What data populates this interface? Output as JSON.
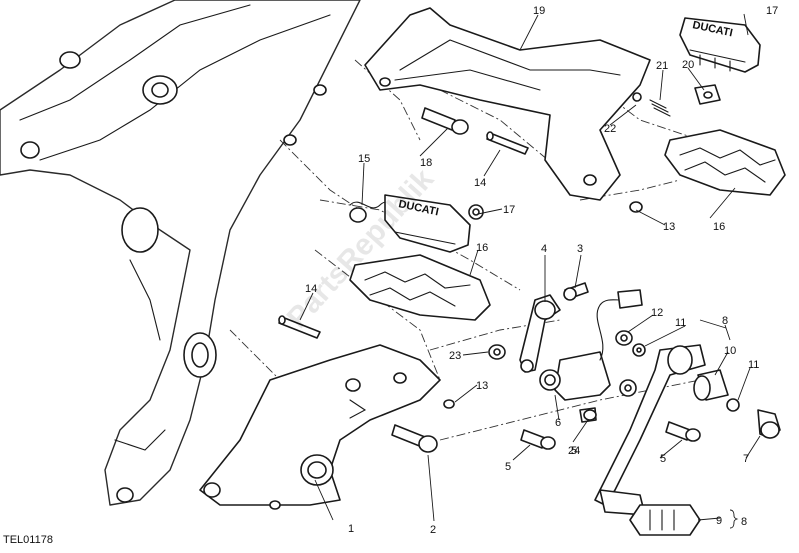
{
  "drawing_code": "TEL01178",
  "watermark": "PartsRepublik",
  "brand_mark": "DUCATI",
  "callouts": [
    "1",
    "2",
    "3",
    "4",
    "5",
    "5",
    "5",
    "6",
    "7",
    "8",
    "8",
    "9",
    "10",
    "11",
    "11",
    "12",
    "13",
    "13",
    "14",
    "14",
    "15",
    "16",
    "16",
    "17",
    "17",
    "18",
    "19",
    "20",
    "21",
    "22",
    "23",
    "24"
  ]
}
